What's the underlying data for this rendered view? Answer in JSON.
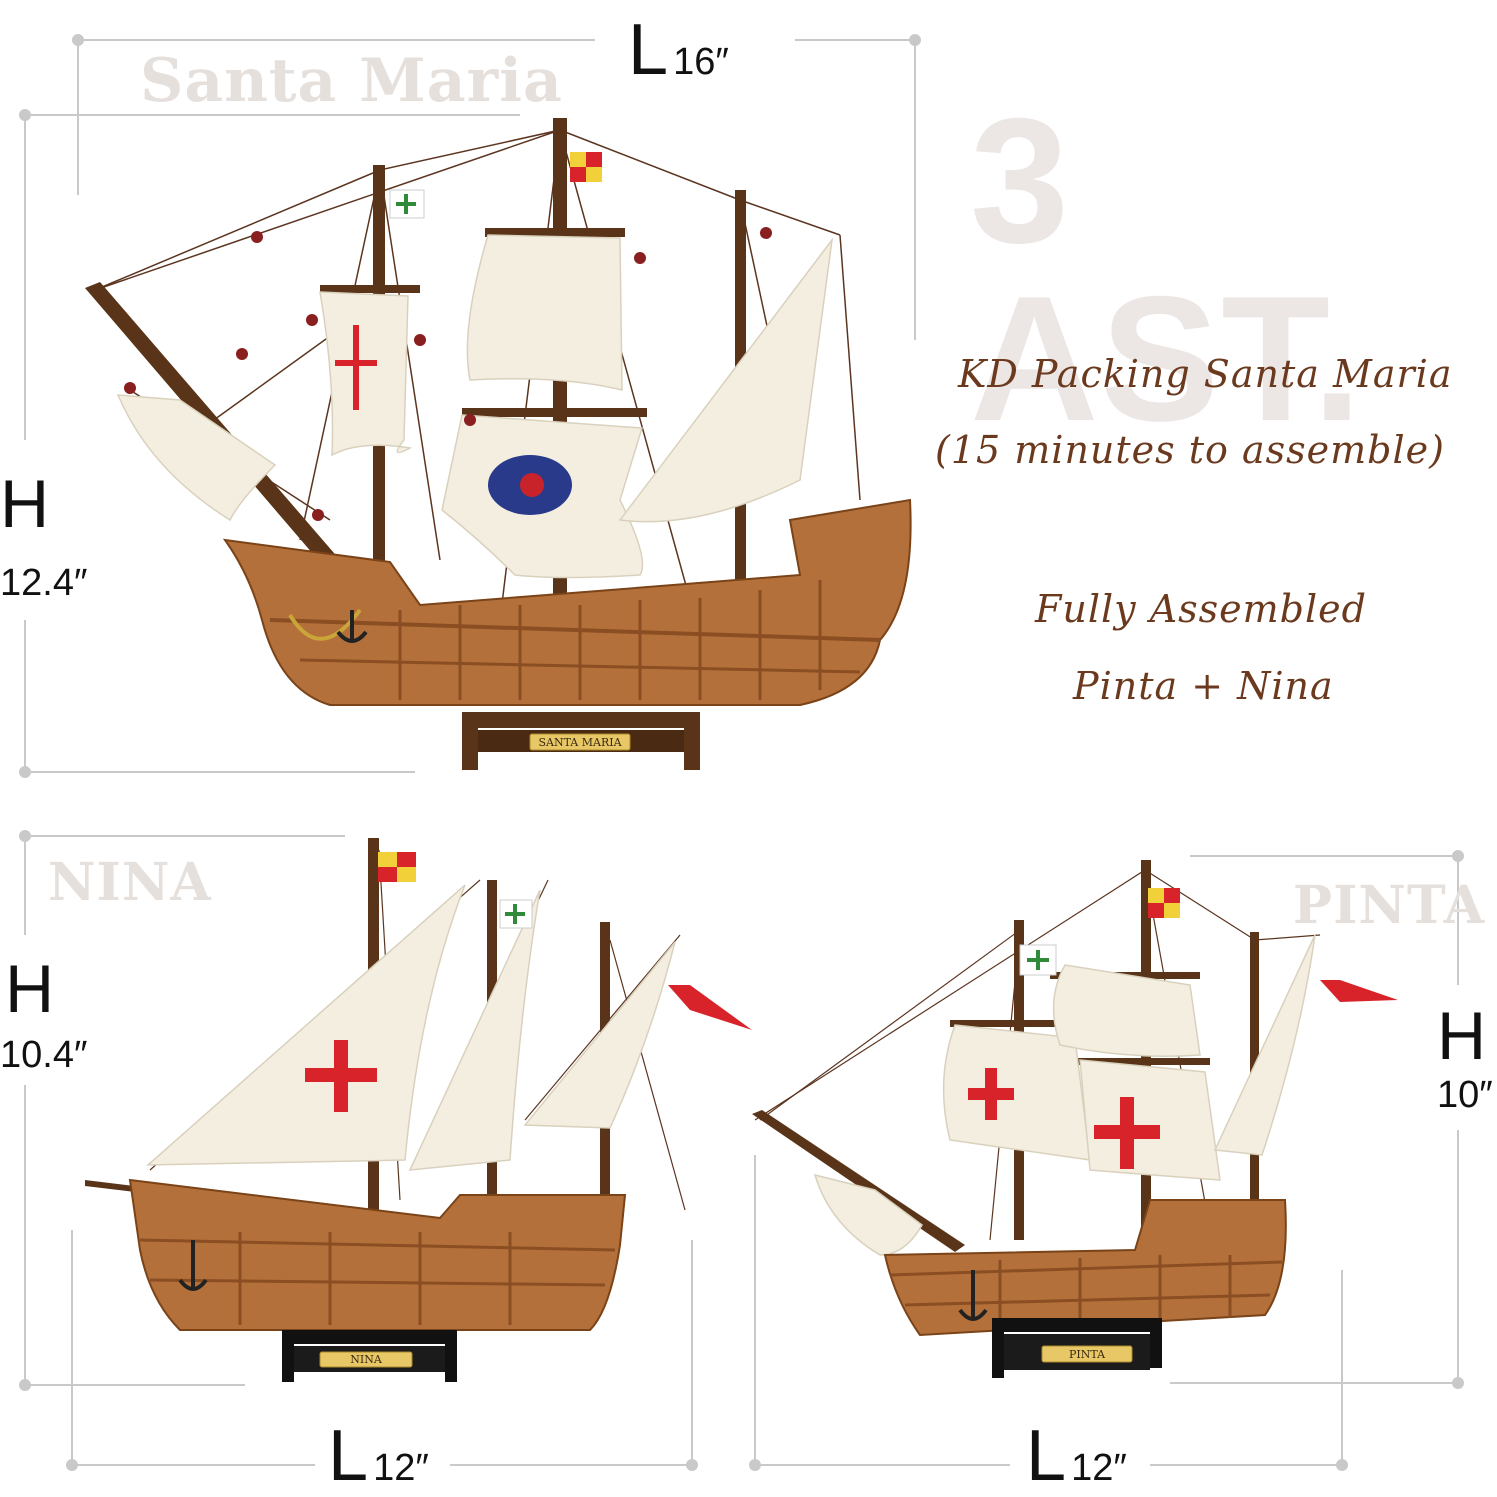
{
  "title_assortment": "3 AST.",
  "ships": {
    "santa_maria": {
      "name": "Santa Maria",
      "plaque": "SANTA MARIA",
      "L_letter": "L",
      "L_value": "16″",
      "H_letter": "H",
      "H_value": "12.4″"
    },
    "nina": {
      "name": "NINA",
      "plaque": "NINA",
      "L_letter": "L",
      "L_value": "12″",
      "H_letter": "H",
      "H_value": "10.4″"
    },
    "pinta": {
      "name": "PINTA",
      "plaque": "PINTA",
      "L_letter": "L",
      "L_value": "12″",
      "H_letter": "H",
      "H_value": "10″"
    }
  },
  "notes": {
    "kd_line1": "KD Packing Santa Maria",
    "kd_line2": "(15 minutes to assemble)",
    "fa_line1": "Fully Assembled",
    "fa_line2": "Pinta + Nina"
  },
  "colors": {
    "hull": "#b4703a",
    "hull_dark": "#8a4e22",
    "sail": "#f3eedf",
    "cross": "#d8232a",
    "mast": "#5a3418",
    "text_brown": "#6b3a1e",
    "dim_line": "#c9c9c9"
  }
}
